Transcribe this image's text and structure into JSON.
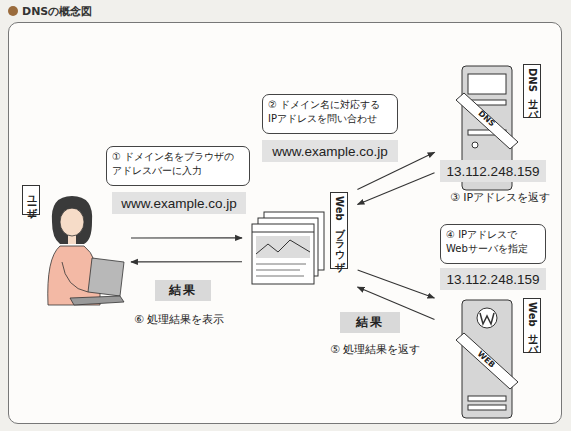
{
  "diagram": {
    "title": "DNSの概念図",
    "nodes": [
      {
        "text": [
          "② ドメイン名に対応する IPアドレスを問い合わせ"
        ]
      },
      {
        "text": [
          "www.example.co.jp"
        ]
      },
      {
        "text": [
          "DNSサーバ"
        ]
      },
      {
        "text": [
          "① ドメイン名をブラウザの アドレスバーに入力"
        ]
      },
      {
        "text": [
          "www.example.co.jp"
        ]
      },
      {
        "text": [
          "13.112.248.159"
        ]
      },
      {
        "text": [
          "ユーザー"
        ]
      },
      {
        "text": [
          "Webブラウザ"
        ]
      },
      {
        "text": [
          "④ IPアドレスで Webサーバを指定"
        ]
      },
      {
        "text": [
          "13.112.248.159"
        ]
      },
      {
        "text": [
          "結果"
        ]
      },
      {
        "text": [
          "結果"
        ]
      },
      {
        "text": [
          "Webサーバ"
        ]
      }
    ],
    "edges": [
      {
        "from": 6,
        "to": 7,
        "arrow": "to"
      },
      {
        "from": 7,
        "to": 6,
        "arrow": "to"
      },
      {
        "from": 7,
        "to": 2,
        "arrow": "to"
      },
      {
        "from": 2,
        "to": 7,
        "arrow": "to"
      },
      {
        "from": 7,
        "to": 12,
        "arrow": "to"
      },
      {
        "from": 12,
        "to": 7,
        "arrow": "to"
      }
    ],
    "labels": [
      "③ IPアドレスを返す",
      "⑤ 処理結果を返す",
      "⑥ 処理結果を表示",
      "DNS",
      "WEB"
    ]
  }
}
